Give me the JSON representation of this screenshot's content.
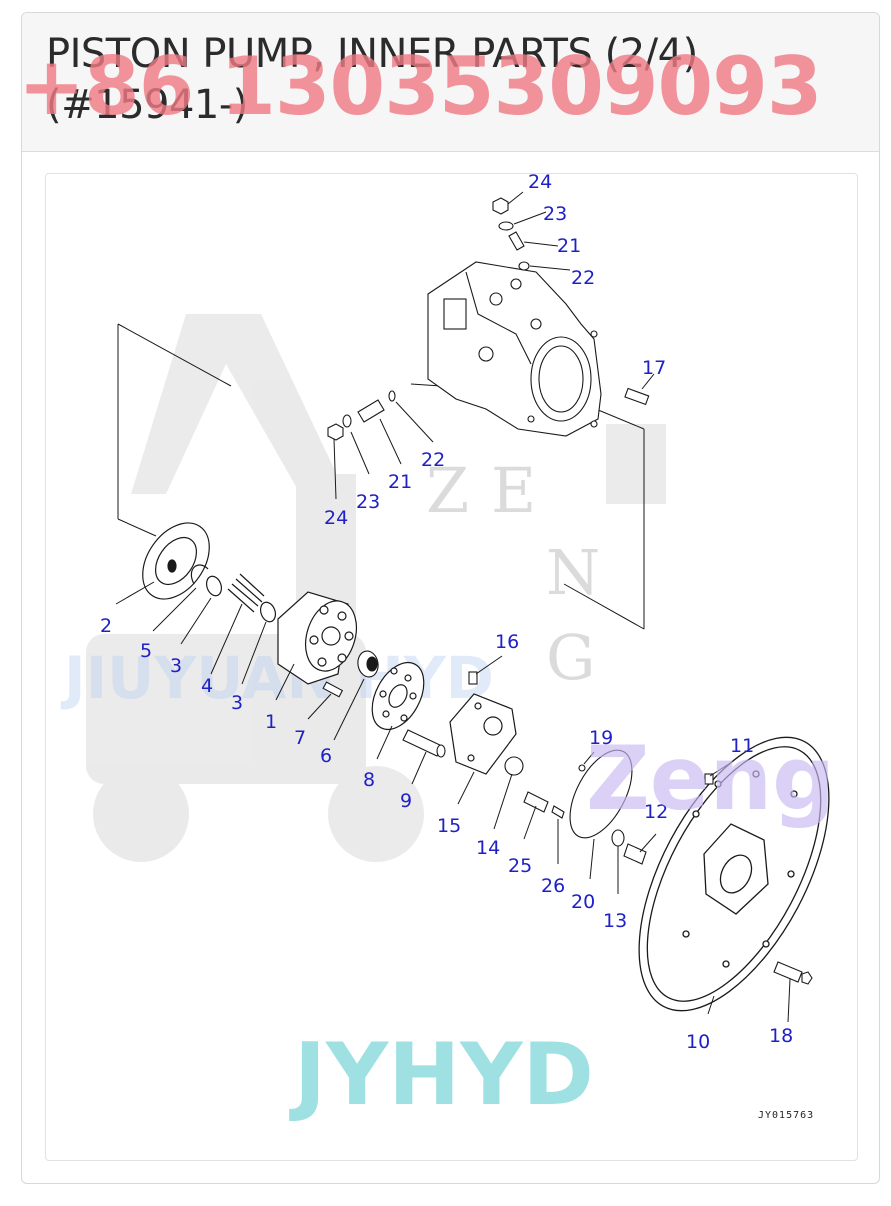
{
  "header": {
    "title_line1": "PISTON PUMP, INNER PARTS (2/4)",
    "title_line2": "(#15941-)"
  },
  "watermarks": {
    "phone": "+86 13035309093",
    "brand_bottom": "JYHYD",
    "brand_side": "Zeng",
    "bg_letters": [
      "Z",
      "E",
      "N",
      "G"
    ],
    "bg_word": "JIUYUAN HYD"
  },
  "diagram": {
    "drawing_code": "JY015763",
    "callouts": [
      "24",
      "23",
      "21",
      "22",
      "17",
      "22",
      "21",
      "23",
      "24",
      "2",
      "5",
      "3",
      "4",
      "3",
      "1",
      "7",
      "6",
      "8",
      "9",
      "16",
      "15",
      "14",
      "25",
      "26",
      "20",
      "13",
      "19",
      "11",
      "12",
      "10",
      "18"
    ]
  },
  "colors": {
    "callout": "#2020c8",
    "line": "#1a1a1a",
    "phone_watermark": "#f07a84",
    "brand_watermark": "#7fd7d9",
    "side_watermark": "#c9b8f2"
  }
}
